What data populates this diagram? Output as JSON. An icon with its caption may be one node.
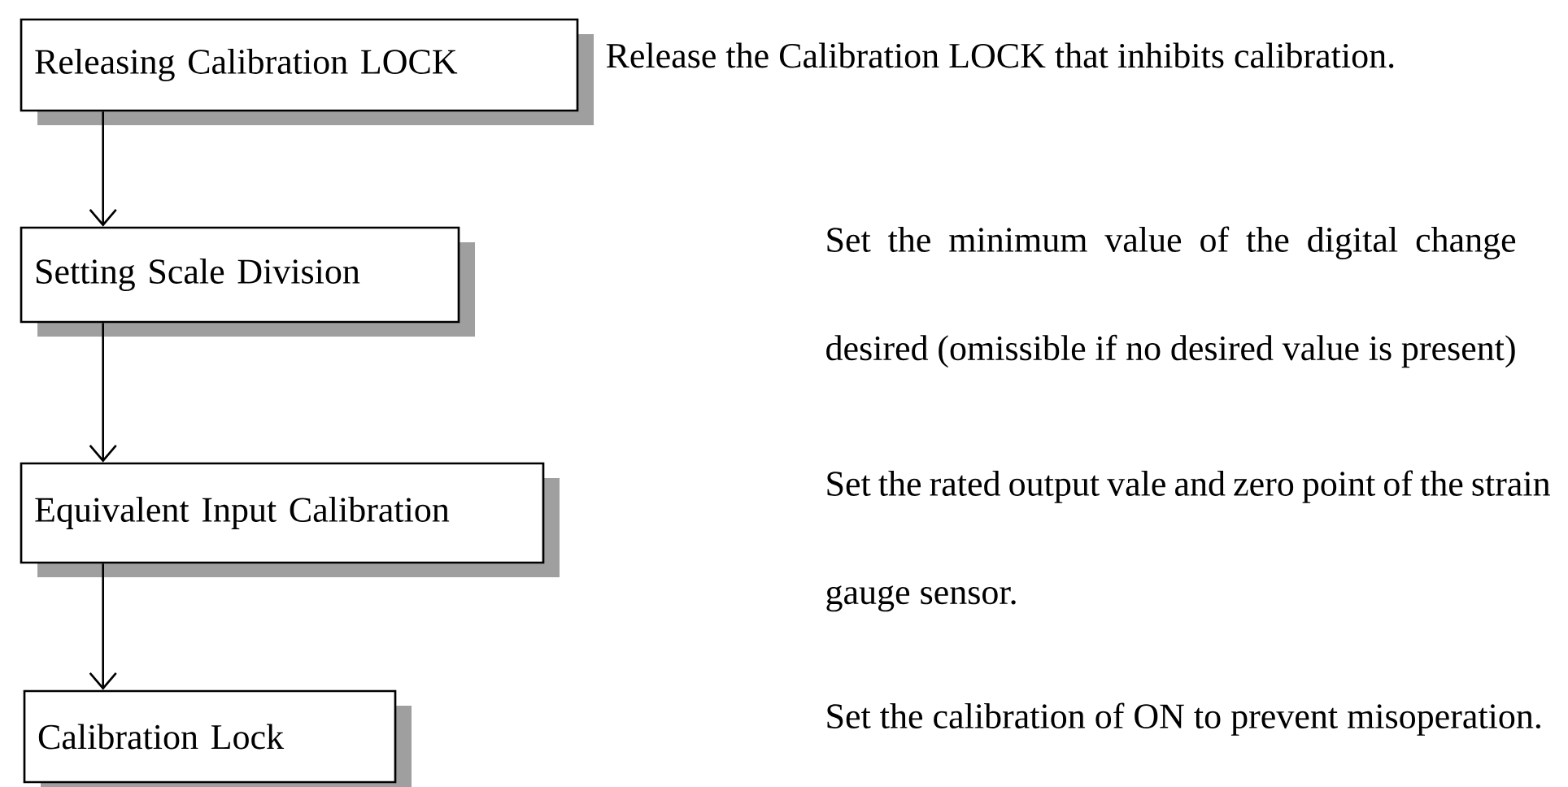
{
  "diagram": {
    "nodes": [
      {
        "text": [
          "Releasing Calibration LOCK"
        ]
      },
      {
        "text": [
          "Setting Scale Division"
        ]
      },
      {
        "text": [
          "Equivalent Input Calibration"
        ]
      },
      {
        "text": [
          "Calibration Lock"
        ]
      }
    ],
    "edges": [
      {
        "from": 0,
        "to": 1,
        "arrow": "to"
      },
      {
        "from": 1,
        "to": 2,
        "arrow": "to"
      },
      {
        "from": 2,
        "to": 3,
        "arrow": "to"
      }
    ],
    "labels": [
      "Release the Calibration LOCK that inhibits calibration.",
      "Set the minimum value of the digital change desired (omissible if no desired value is present)",
      "Set the rated output vale and zero point of the strain gauge sensor.",
      "Set the calibration of ON to prevent misoperation."
    ]
  }
}
